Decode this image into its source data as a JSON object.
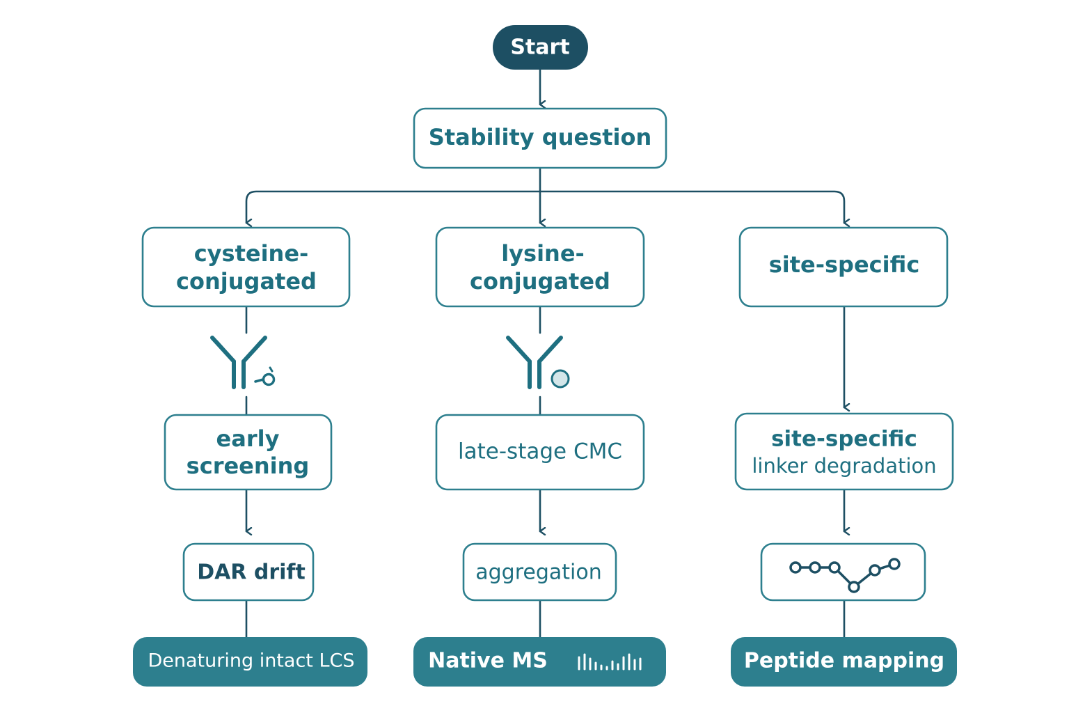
{
  "colors": {
    "dark": "#1d4f63",
    "teal": "#2d7f8e",
    "text_teal": "#1e6f80",
    "box_fill": "#ffffff",
    "terminal_text": "#ffffff",
    "icon_fill": "#d4e6e9"
  },
  "nodes": {
    "start": "Start",
    "stability_question": "Stability question",
    "cysteine": [
      "cysteine-",
      "conjugated"
    ],
    "lysine": [
      "lysine-",
      "conjugated"
    ],
    "site_specific": "site-specific",
    "early_screening": [
      "early",
      "screening"
    ],
    "late_stage_cmc": "late-stage CMC",
    "site_specific_linker": [
      "site-specific",
      "linker degradation"
    ],
    "dar_drift": "DAR drift",
    "aggregation": "aggregation",
    "denaturing_lcs": "Denaturing intact LCS",
    "native_ms": "Native MS",
    "peptide_mapping": "Peptide mapping"
  },
  "icons": {
    "cysteine_icon": "antibody-with-small-payload-icon",
    "lysine_icon": "antibody-with-circle-payload-icon",
    "peptide_icon": "peptide-chain-icon",
    "native_ms_icon": "spectrum-bars-icon"
  }
}
